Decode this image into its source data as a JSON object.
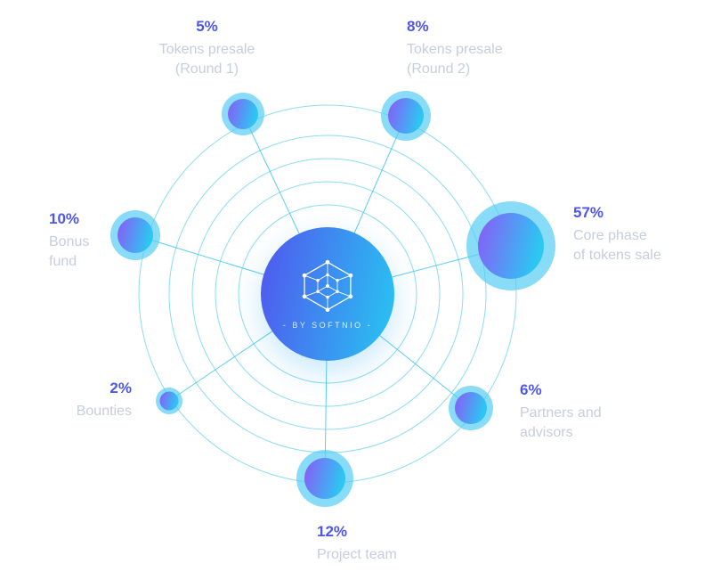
{
  "center": {
    "brand_label": "- BY SOFTNIO -"
  },
  "nodes": [
    {
      "id": "tokens-presale-round-1",
      "pct": "5%",
      "label": "Tokens presale\n(Round 1)"
    },
    {
      "id": "tokens-presale-round-2",
      "pct": "8%",
      "label": "Tokens presale\n(Round 2)"
    },
    {
      "id": "bonus-fund",
      "pct": "10%",
      "label": "Bonus\nfund"
    },
    {
      "id": "core-phase",
      "pct": "57%",
      "label": "Core phase\nof tokens sale"
    },
    {
      "id": "bounties",
      "pct": "2%",
      "label": "Bounties"
    },
    {
      "id": "partners-and-advisors",
      "pct": "6%",
      "label": "Partners and\nadvisors"
    },
    {
      "id": "project-team",
      "pct": "12%",
      "label": "Project team"
    }
  ],
  "colors": {
    "accent_percent": "#4e57ec",
    "label_text": "#c6cedb",
    "orbit_line": "#3ec4ef",
    "bubble_gradient_start": "#8b59f7",
    "bubble_gradient_end": "#2cc7f2",
    "bubble_halo": "#55cdf4",
    "hub_gradient_start": "#5156ee",
    "hub_gradient_end": "#27c6f2"
  },
  "chart_data": {
    "type": "pie",
    "variant": "orbital-bubble-infographic",
    "title": "",
    "units": "%",
    "categories": [
      "Tokens presale (Round 1)",
      "Tokens presale (Round 2)",
      "Bonus fund",
      "Core phase of tokens sale",
      "Bounties",
      "Partners and advisors",
      "Project team"
    ],
    "values": [
      5,
      8,
      10,
      57,
      2,
      6,
      12
    ],
    "center_label": "- BY SOFTNIO -",
    "legend_position": "labels-around-nodes"
  }
}
